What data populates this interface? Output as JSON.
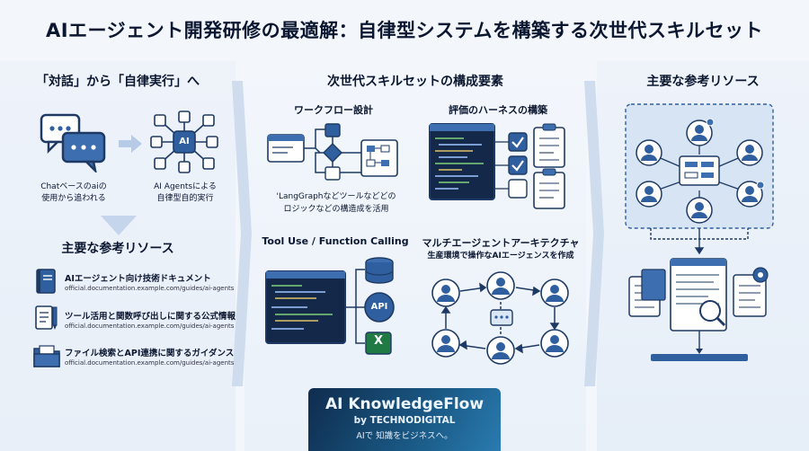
{
  "title": "AIエージェント開発研修の最適解：自律型システムを構築する次世代スキルセット",
  "left": {
    "heading": "「対話」から「自律実行」へ",
    "caption_left_1": "Chatベースのaiの",
    "caption_left_2": "使用から追われる",
    "caption_right_1": "AI Agentsによる",
    "caption_right_2": "自律型自的実行",
    "resources_heading": "主要な参考リソース",
    "resources": [
      {
        "title": "AIエージェント向け技術ドキュメント",
        "url": "official.documentation.example.com/guides/ai-agents"
      },
      {
        "title": "ツール活用と関数呼び出しに関する公式情報",
        "url": "official.documentation.example.com/guides/ai-agents"
      },
      {
        "title": "ファイル検索とAPI連携に関するガイダンス",
        "url": "official.documentation.example.com/guides/ai-agents"
      }
    ]
  },
  "middle": {
    "heading": "次世代スキルセットの構成要素",
    "workflow_title": "ワークフロー設計",
    "workflow_caption_1": "'LangGraphなどツールなどどの",
    "workflow_caption_2": "ロジックなどの構造成を活用",
    "harness_title": "評価のハーネスの構築",
    "tooluse_title": "Tool Use / Function Calling",
    "multiagent_title": "マルチエージェントアーキテクチャ",
    "multiagent_caption": "生産環境で操作なAIエージェンスを作成",
    "api_label": "API"
  },
  "right": {
    "heading": "主要な参考リソース"
  },
  "badge": {
    "line1": "AI KnowledgeFlow",
    "line2": "by TECHNODIGITAL",
    "line3": "AIで 知識をビジネスへ。"
  },
  "ai_chip": "AI",
  "colors": {
    "primary": "#2f5f9e",
    "dark": "#1c2f52",
    "light": "#dbe7f5",
    "accent": "#4a7fc1"
  }
}
